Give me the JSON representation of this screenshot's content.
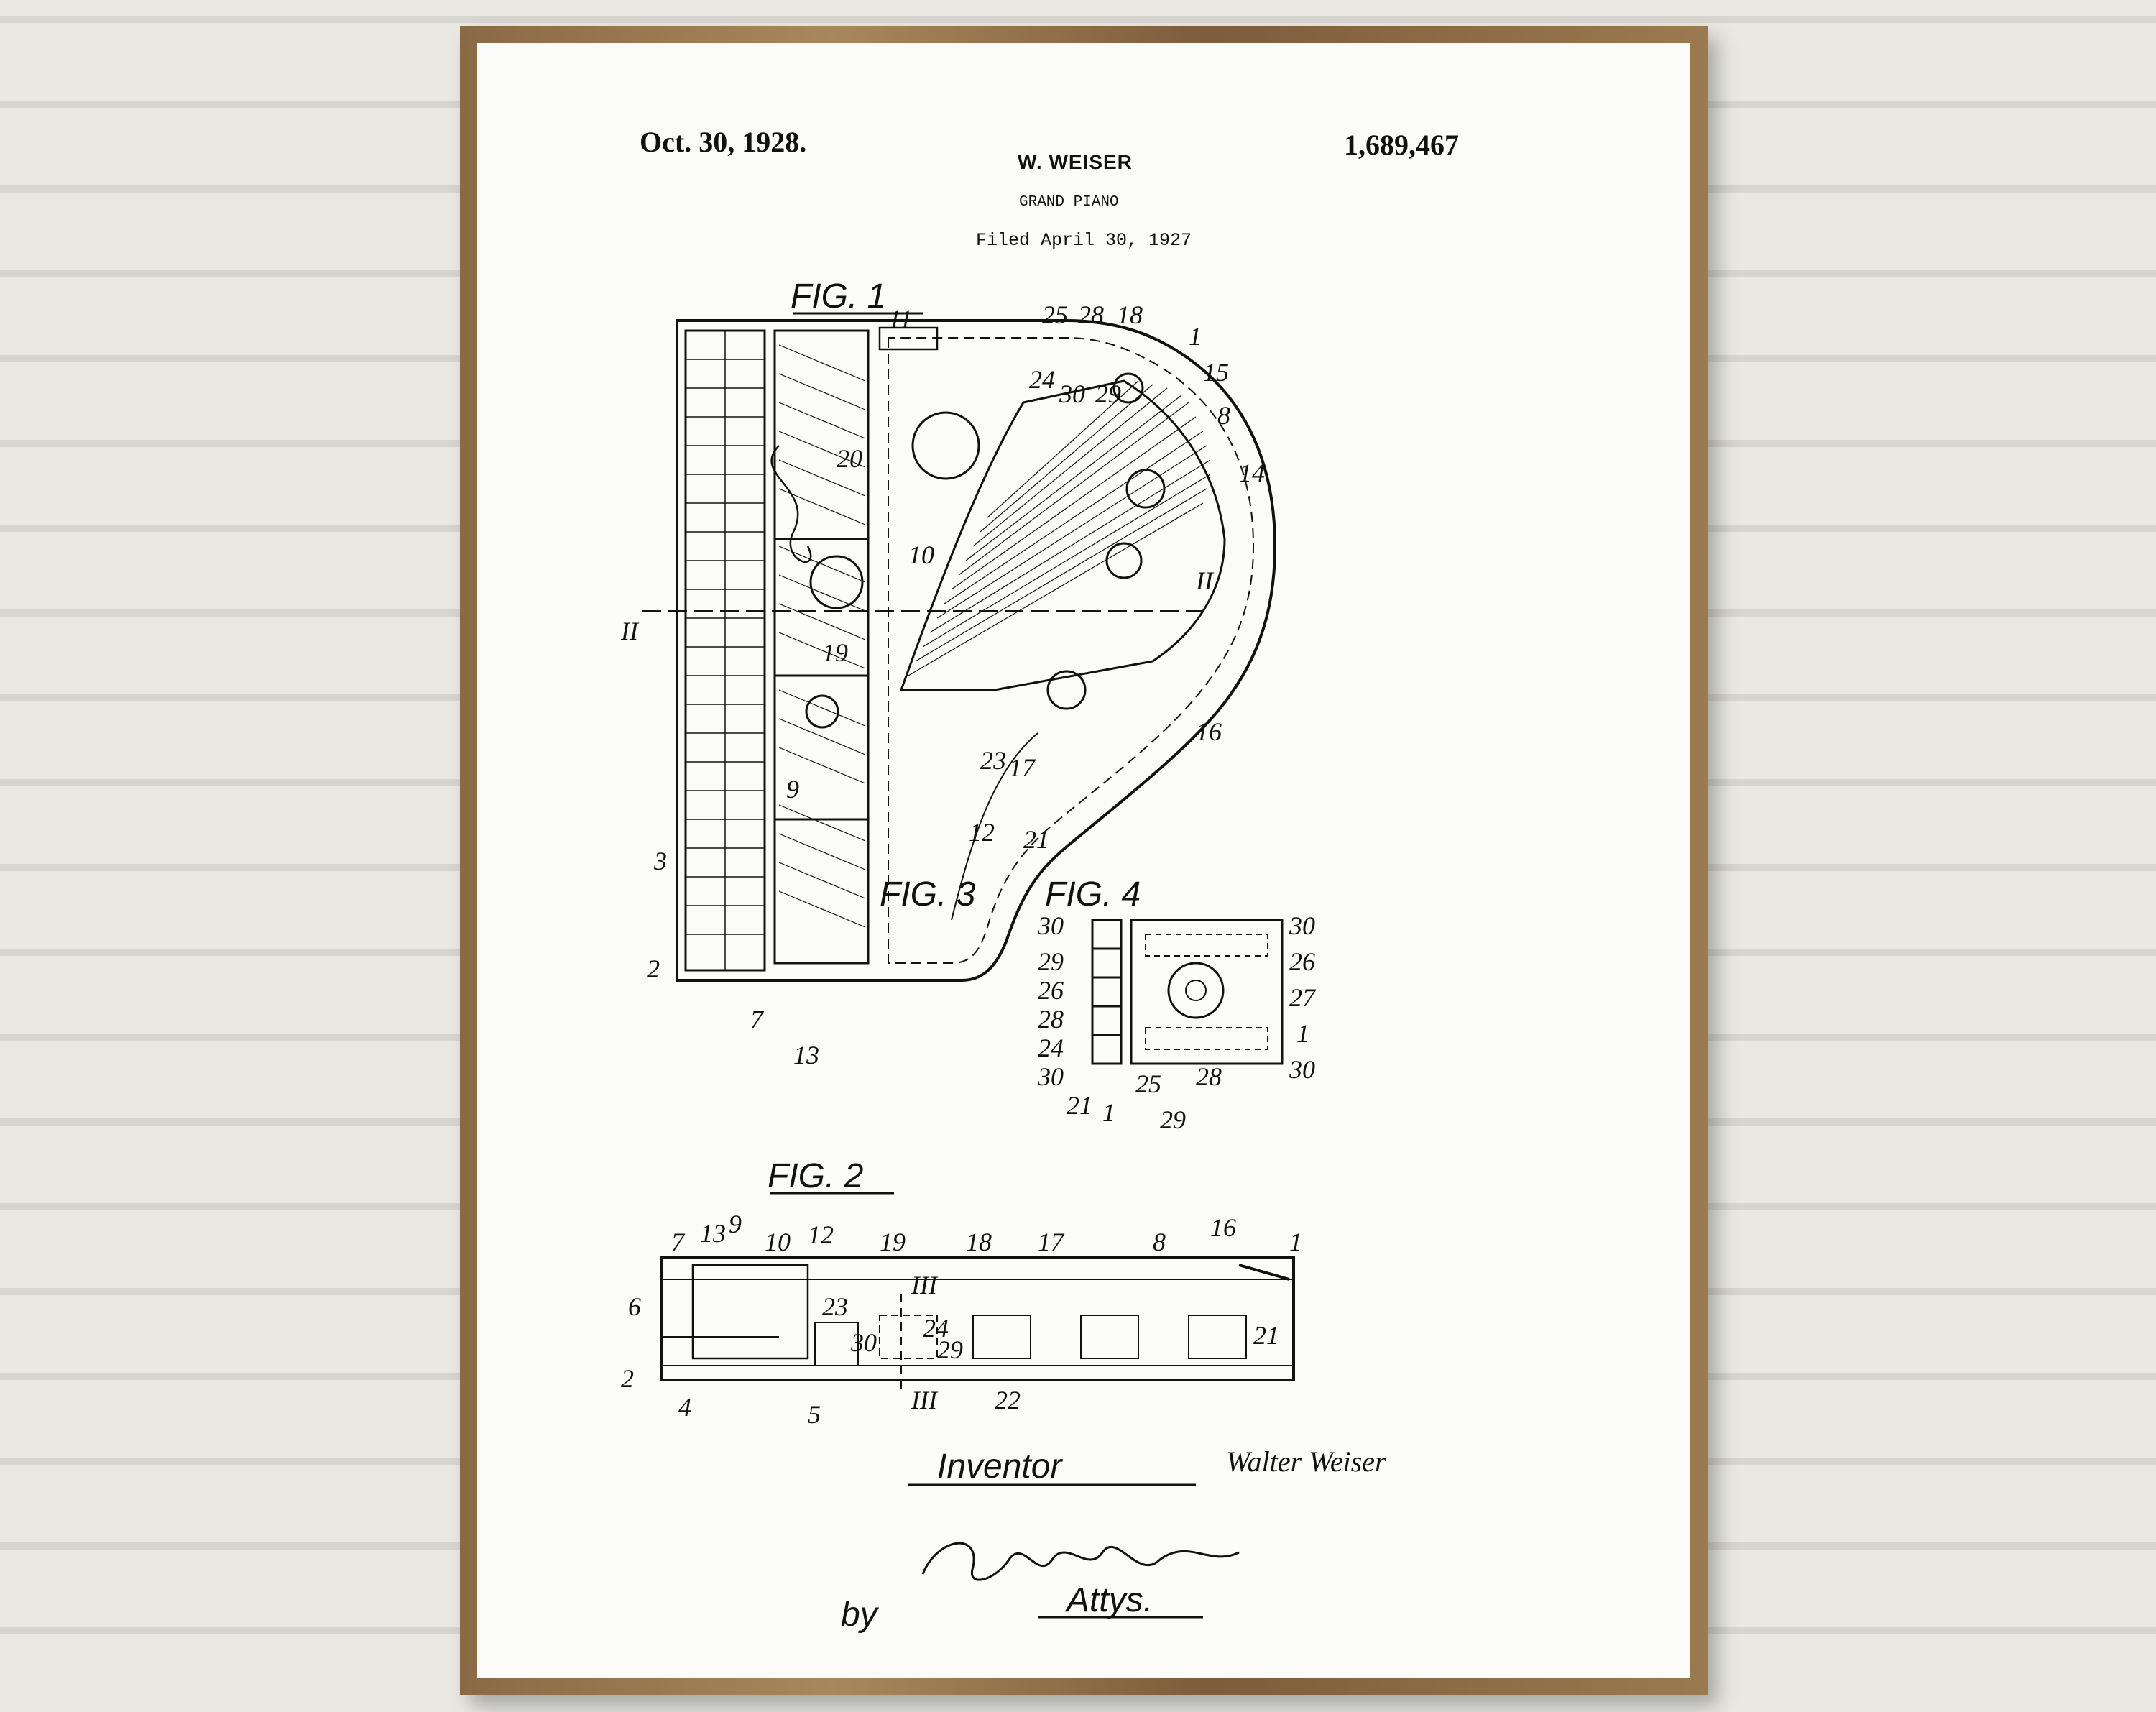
{
  "poster": {
    "date": "Oct. 30, 1928.",
    "patent_number": "1,689,467",
    "inventor_header": "W. WEISER",
    "subject": "GRAND PIANO",
    "filed": "Filed April 30, 1927",
    "figures": {
      "fig1": "FIG. 1",
      "fig2": "FIG. 2",
      "fig3": "FIG. 3",
      "fig4": "FIG. 4"
    },
    "section_marks": {
      "ii_left": "II",
      "ii_right": "II",
      "iii_top": "III",
      "iii_bottom": "III"
    },
    "labels_fig1": [
      "11",
      "25",
      "28",
      "18",
      "1",
      "15",
      "8",
      "14",
      "24",
      "30",
      "29",
      "20",
      "10",
      "19",
      "16",
      "17",
      "23",
      "9",
      "12",
      "21",
      "3",
      "2",
      "7",
      "13"
    ],
    "labels_fig34": [
      "30",
      "29",
      "26",
      "28",
      "24",
      "30",
      "21",
      "1",
      "30",
      "26",
      "27",
      "1",
      "30",
      "25",
      "28",
      "29"
    ],
    "labels_fig2": [
      "7",
      "13",
      "9",
      "10",
      "12",
      "19",
      "18",
      "17",
      "8",
      "16",
      "1",
      "6",
      "23",
      "24",
      "30",
      "29",
      "21",
      "2",
      "4",
      "5",
      "22"
    ],
    "inventor_caption": "Inventor",
    "signature_name": "Walter Weiser",
    "by": "by",
    "attys": "Attys."
  }
}
